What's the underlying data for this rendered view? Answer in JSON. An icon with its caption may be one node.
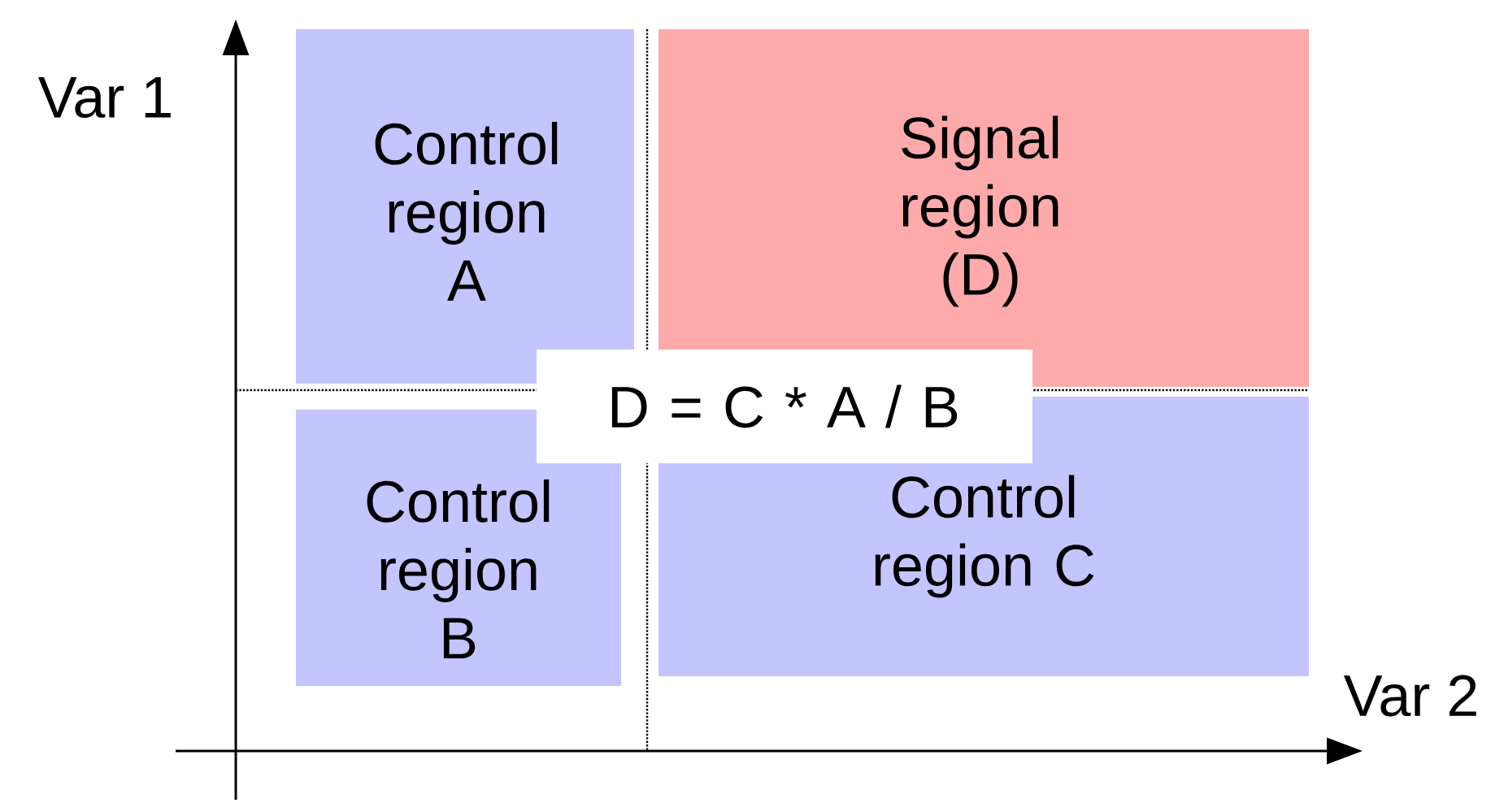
{
  "diagram": {
    "nodes": [
      {
        "text": [
          "Control region A"
        ]
      },
      {
        "text": [
          "Signal region (D)"
        ]
      },
      {
        "text": [
          "D = C * A / B"
        ]
      },
      {
        "text": [
          "Control region B"
        ]
      },
      {
        "text": [
          "Control region C"
        ]
      }
    ],
    "labels": [
      "Var 1",
      "Var 2"
    ]
  }
}
